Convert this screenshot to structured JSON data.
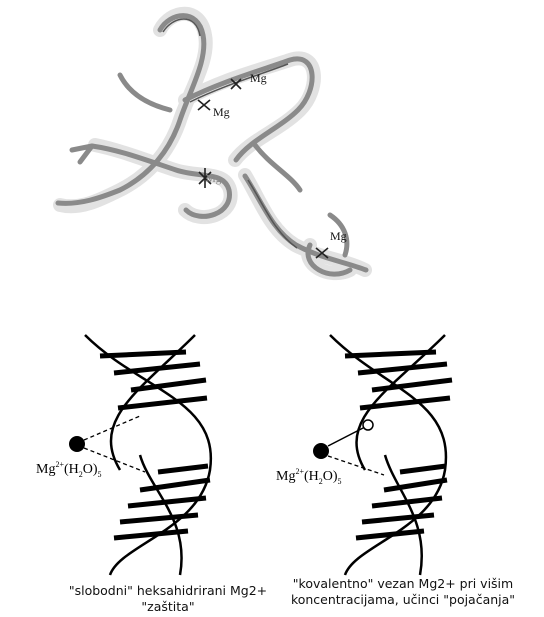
{
  "rna_structure": {
    "mg_labels": [
      "Mg",
      "Mg",
      "Mg",
      "Mg"
    ]
  },
  "left_helix": {
    "ion_label": {
      "base": "Mg",
      "charge": "2+",
      "ligand": "(H",
      "sub2": "2",
      "ligand_end": "O)",
      "sub5": "5"
    },
    "caption": {
      "line1": "\"slobodni\" heksahidrirani Mg2+",
      "line2": "\"zaštita\""
    }
  },
  "right_helix": {
    "ion_label": {
      "base": "Mg",
      "charge": "2+",
      "ligand": "(H",
      "sub2": "2",
      "ligand_end": "O)",
      "sub5": "5"
    },
    "caption": {
      "line1": "\"kovalentno\" vezan  Mg2+ pri višim",
      "line2": "koncentracijama, učinci \"pojačanja\""
    }
  },
  "colors": {
    "ribbon": "#8a8a8a",
    "shadow": "#c9c9c9",
    "line": "#000000"
  }
}
